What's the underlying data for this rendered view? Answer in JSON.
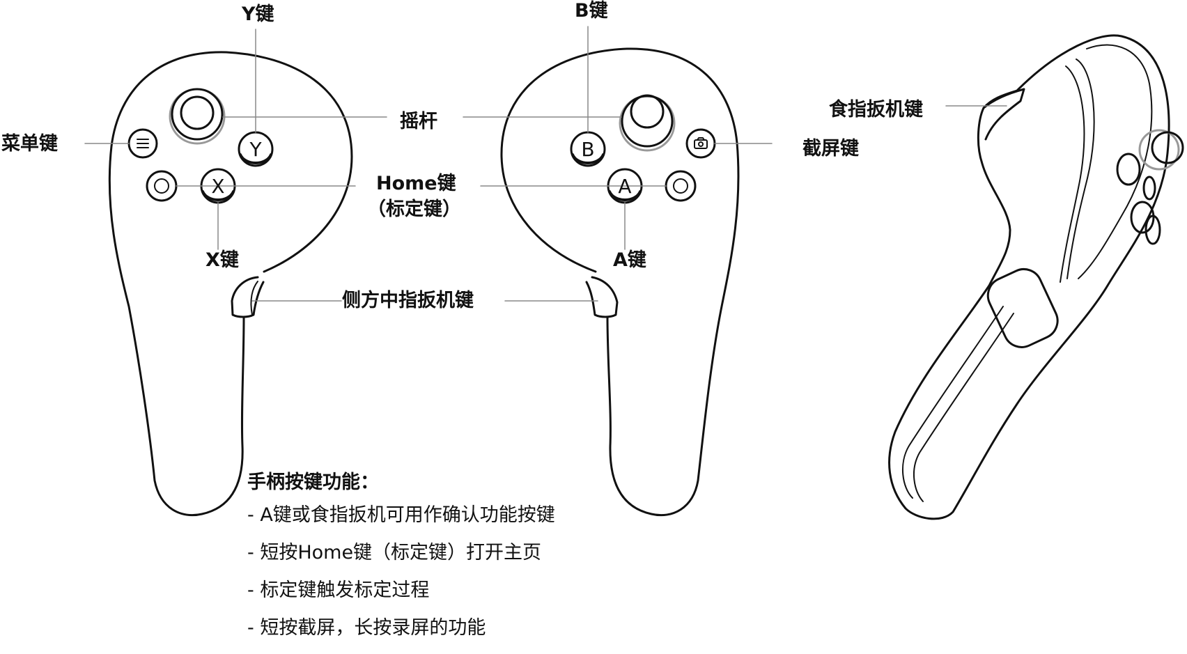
{
  "labels": {
    "y_key": "Y键",
    "b_key": "B键",
    "joystick": "摇杆",
    "menu_key": "菜单键",
    "home_key": "Home键",
    "home_key_sub": "（标定键）",
    "x_key": "X键",
    "a_key": "A键",
    "side_grip": "侧方中指扳机键",
    "index_trigger": "食指扳机键",
    "screenshot_key": "截屏键"
  },
  "button_glyphs": {
    "y": "Y",
    "x": "X",
    "b": "B",
    "a": "A"
  },
  "notes": {
    "title": "手柄按键功能：",
    "items": [
      "- A键或食指扳机可用作确认功能按键",
      "- 短按Home键（标定键）打开主页",
      "- 标定键触发标定过程",
      "- 短按截屏，长按录屏的功能"
    ]
  }
}
